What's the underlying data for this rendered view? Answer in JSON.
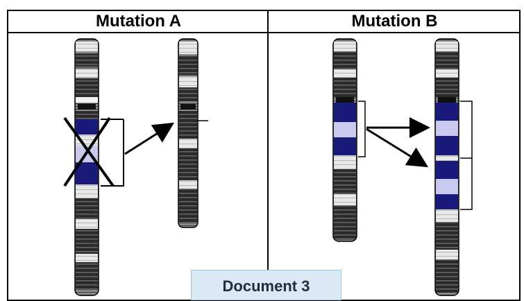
{
  "table": {
    "columns": [
      {
        "title": "Mutation A"
      },
      {
        "title": "Mutation B"
      }
    ]
  },
  "document_label": "Document 3",
  "colors": {
    "border": "#000000",
    "band_dark": "#2b2b2b",
    "band_light": "#e8e8e8",
    "highlight_dark": "#1a1a7a",
    "highlight_light": "#c9c9ef",
    "label_bg": "#d9eaf4"
  }
}
